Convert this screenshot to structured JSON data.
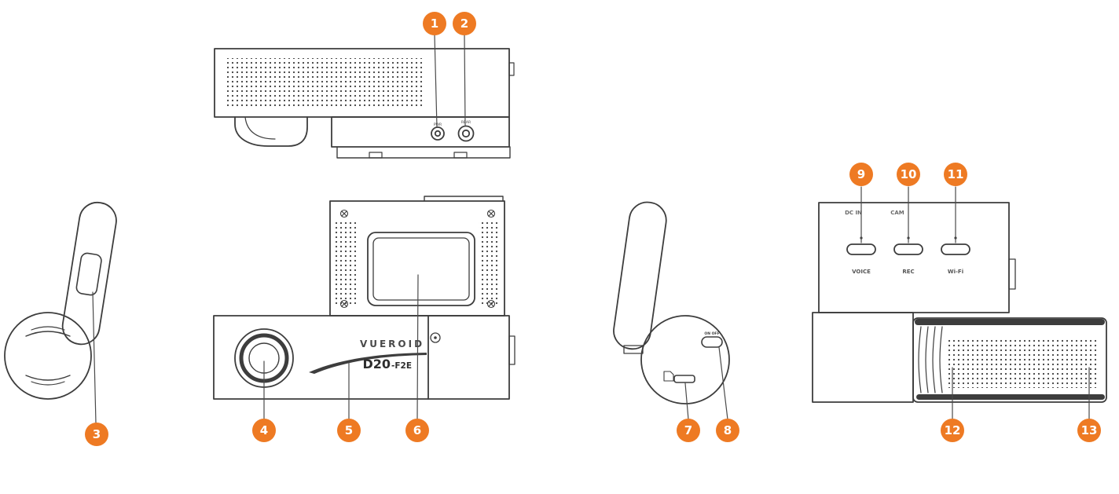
{
  "colors": {
    "accent": "#ee7a23",
    "line": "#3d3d3d"
  },
  "callouts": [
    {
      "number": "1"
    },
    {
      "number": "2"
    },
    {
      "number": "3"
    },
    {
      "number": "4"
    },
    {
      "number": "5"
    },
    {
      "number": "6"
    },
    {
      "number": "7"
    },
    {
      "number": "8"
    },
    {
      "number": "9"
    },
    {
      "number": "10"
    },
    {
      "number": "11"
    },
    {
      "number": "12"
    },
    {
      "number": "13"
    }
  ],
  "top_view": {
    "port1_label": "PWR",
    "port2_label": "REAR"
  },
  "front_view": {
    "brand": "VUEROID",
    "model": "D20",
    "model_suffix": "-F2E"
  },
  "right_side_view": {
    "switch_label": "ON OFF"
  },
  "rear_view": {
    "dc_in_label": "DC IN",
    "cam_label": "CAM",
    "voice_label": "VOICE",
    "rec_label": "REC",
    "wifi_label": "Wi-Fi"
  }
}
